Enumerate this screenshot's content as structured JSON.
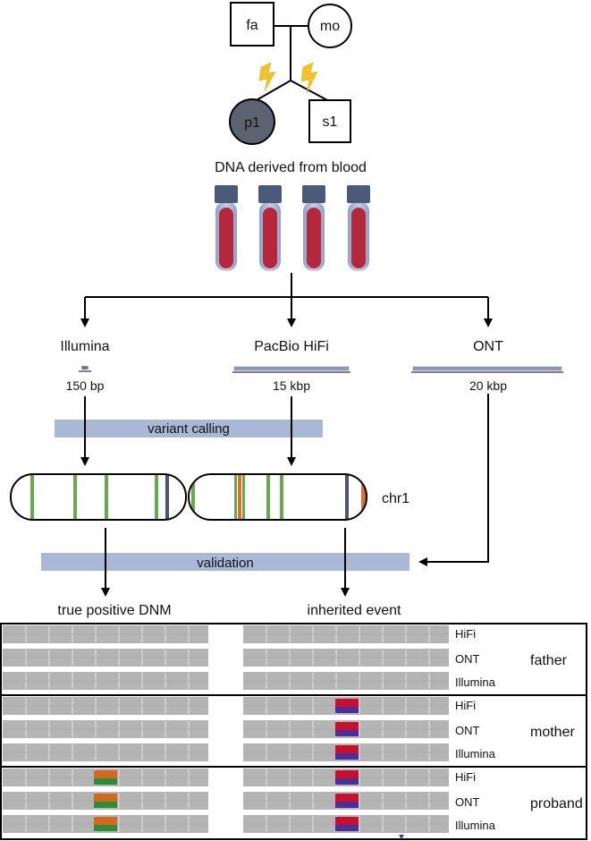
{
  "pedigree": {
    "father": "fa",
    "mother": "mo",
    "proband": "p1",
    "sibling": "s1",
    "source_label": "DNA derived from blood",
    "proband_fill": "#5c6370"
  },
  "technologies": [
    {
      "name": "Illumina",
      "read_length": "150 bp"
    },
    {
      "name": "PacBio HiFi",
      "read_length": "15 kbp"
    },
    {
      "name": "ONT",
      "read_length": "20 kbp"
    }
  ],
  "steps": {
    "variant_calling": "variant calling",
    "validation": "validation"
  },
  "chromosome": {
    "label": "chr1"
  },
  "outcomes": {
    "left": "true positive DNM",
    "right": "inherited event"
  },
  "igv": {
    "tracks": [
      "HiFi",
      "ONT",
      "Illumina"
    ],
    "members": [
      "father",
      "mother",
      "proband"
    ]
  },
  "colors": {
    "bar": "#a8b8d6",
    "tube_blood": "#b5273b",
    "tube_cap": "#4a5a78",
    "green_band": "#6aa84f",
    "orange_band": "#d9722e",
    "dark_band": "#4b5470",
    "read_gray": "#b4b4b4",
    "variant_red": "#c8102e",
    "variant_blue": "#4a2f9a",
    "variant_orange": "#d2691e",
    "variant_green": "#2e8b3a"
  }
}
